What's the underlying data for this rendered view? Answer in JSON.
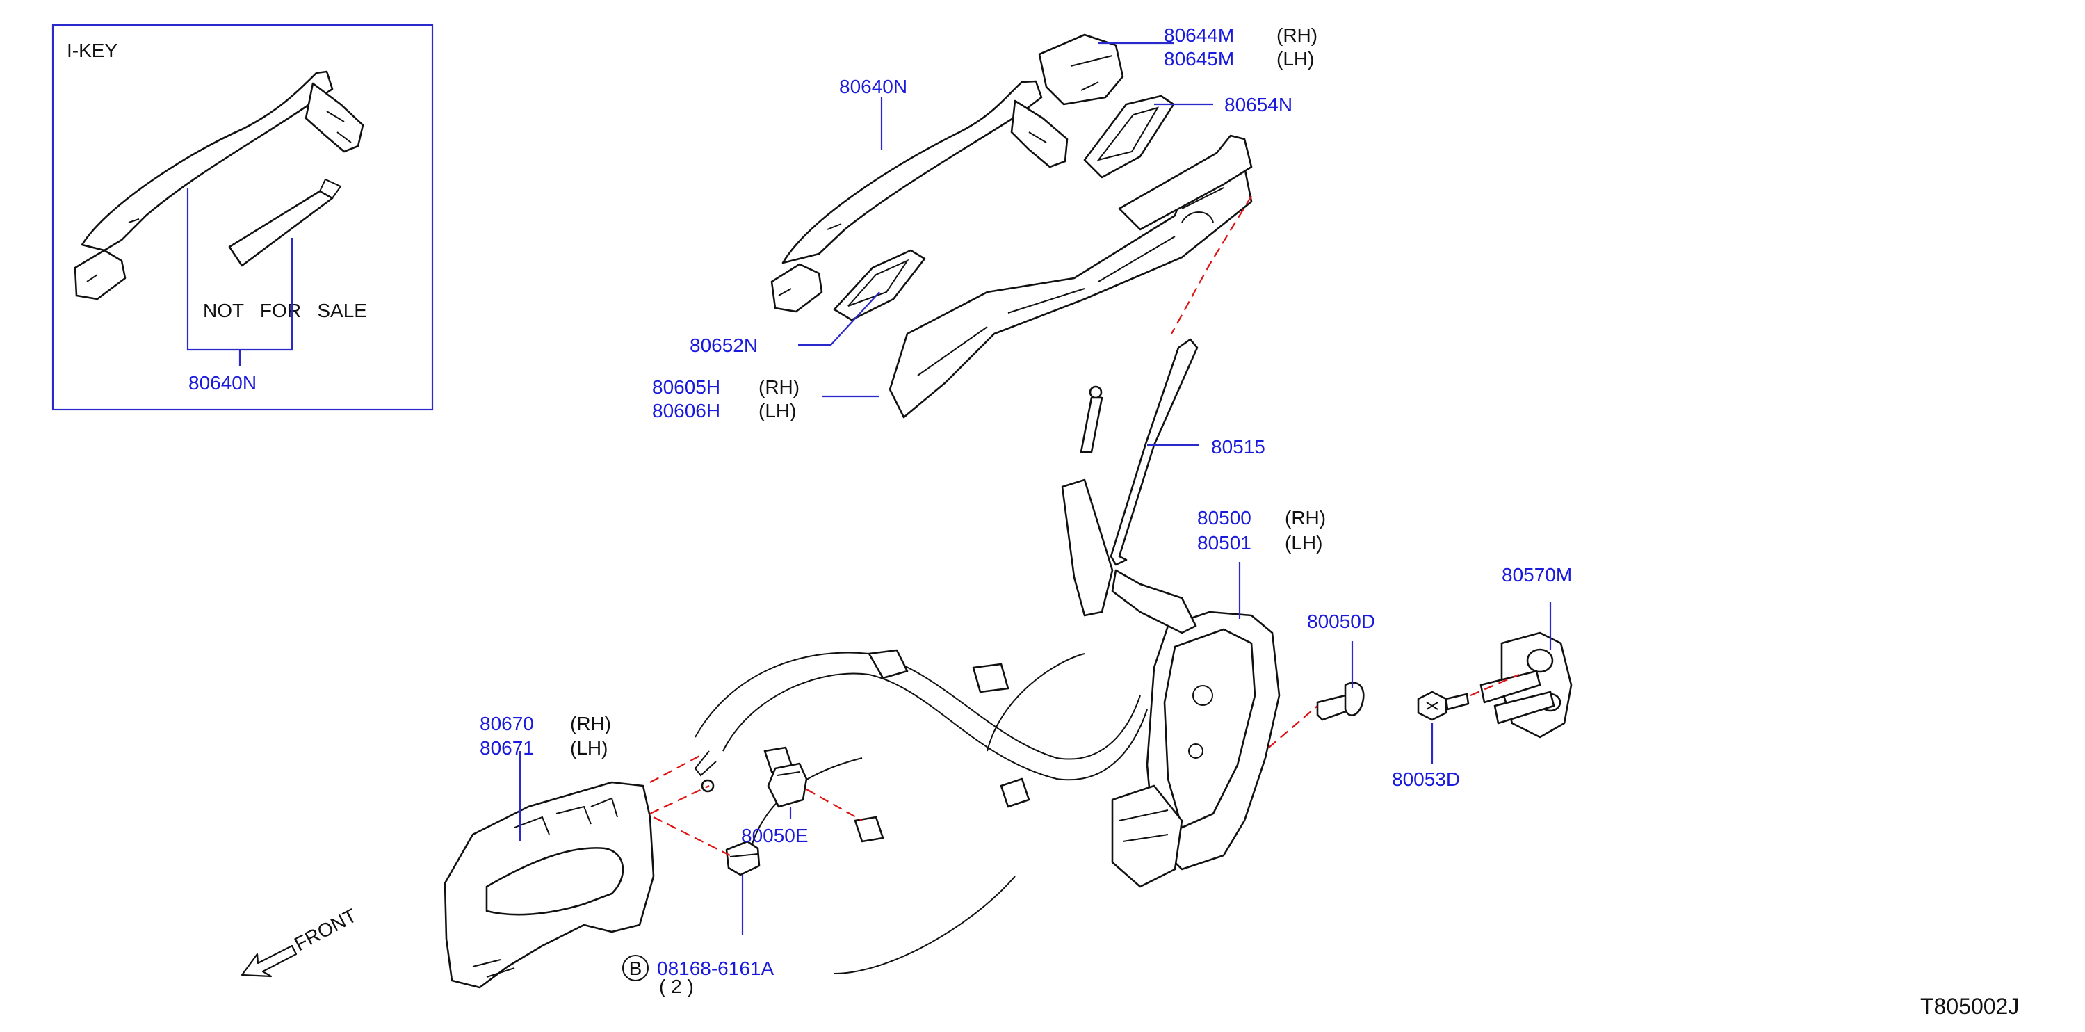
{
  "inset": {
    "title": "I-KEY",
    "note": "NOT   FOR   SALE",
    "part": "80640N"
  },
  "parts": {
    "handle": "80640N",
    "cap_rh": "80644M",
    "cap_lh": "80645M",
    "gasket_front": "80654N",
    "gasket_rear": "80652N",
    "bracket_rh": "80605H",
    "bracket_lh": "80606H",
    "rod": "80515",
    "lock_rh": "80500",
    "lock_lh": "80501",
    "screw": "80050D",
    "striker": "80570M",
    "striker_screw": "80053D",
    "inner_handle_rh": "80670",
    "inner_handle_lh": "80671",
    "clip": "80050E",
    "bolt": "08168-6161A",
    "bolt_qty": "( 2 )",
    "bolt_marker": "B"
  },
  "side": {
    "rh": "(RH)",
    "lh": "(LH)"
  },
  "front_label": "FRONT",
  "diagram_code": "T805002J",
  "colors": {
    "part_number": "#1a1adc",
    "leader": "#2a2acc",
    "hidden_line": "#e01010"
  }
}
